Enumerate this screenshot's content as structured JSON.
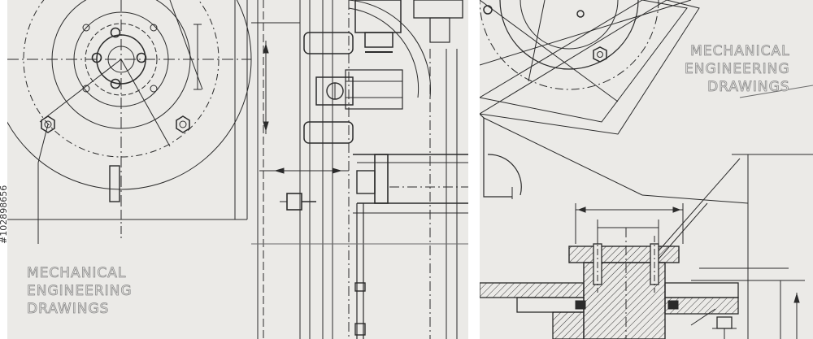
{
  "stock_id": "#102898656",
  "left_panel": {
    "caption_lines": [
      "MECHANICAL",
      "ENGINEERING",
      "DRAWINGS"
    ]
  },
  "right_panel": {
    "caption_lines": [
      "MECHANICAL",
      "ENGINEERING",
      "DRAWINGS"
    ]
  },
  "colors": {
    "background": "#ebeae7",
    "line": "#2b2b2b",
    "light_line": "#6b6b6b",
    "hatch": "#3a3a3a"
  }
}
